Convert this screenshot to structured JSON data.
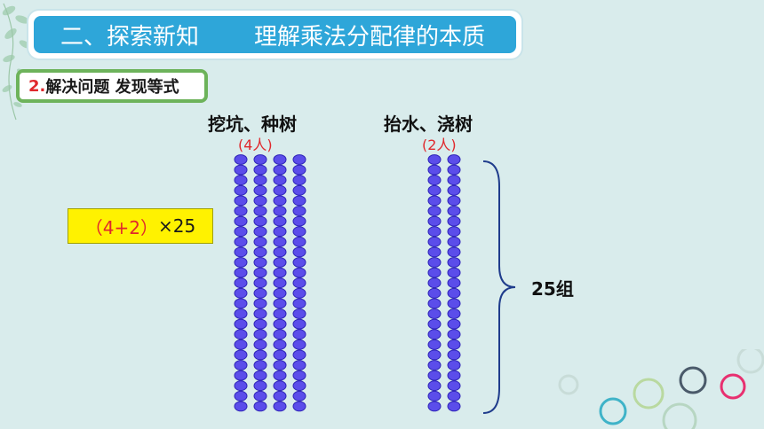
{
  "title": {
    "part1": "二、探索新知",
    "part2": "理解乘法分配律的本质"
  },
  "subtitle": {
    "number": "2.",
    "text": "解决问题 发现等式"
  },
  "left_group": {
    "label": "挖坑、种树",
    "count_label": "(4人)",
    "columns": 4,
    "rows": 25
  },
  "right_group": {
    "label": "抬水、浇树",
    "count_label": "(2人)",
    "columns": 2,
    "rows": 25
  },
  "formula": {
    "expr": "（4+2）",
    "times": "×25"
  },
  "brace_label": "25组",
  "colors": {
    "title_bar": "#2ea6d9",
    "dot_fill": "#5b4dea",
    "dot_stroke": "#2f25b8",
    "brace": "#1f3c8c",
    "formula_bg": "#fff200",
    "accent_red": "#e0282c"
  }
}
